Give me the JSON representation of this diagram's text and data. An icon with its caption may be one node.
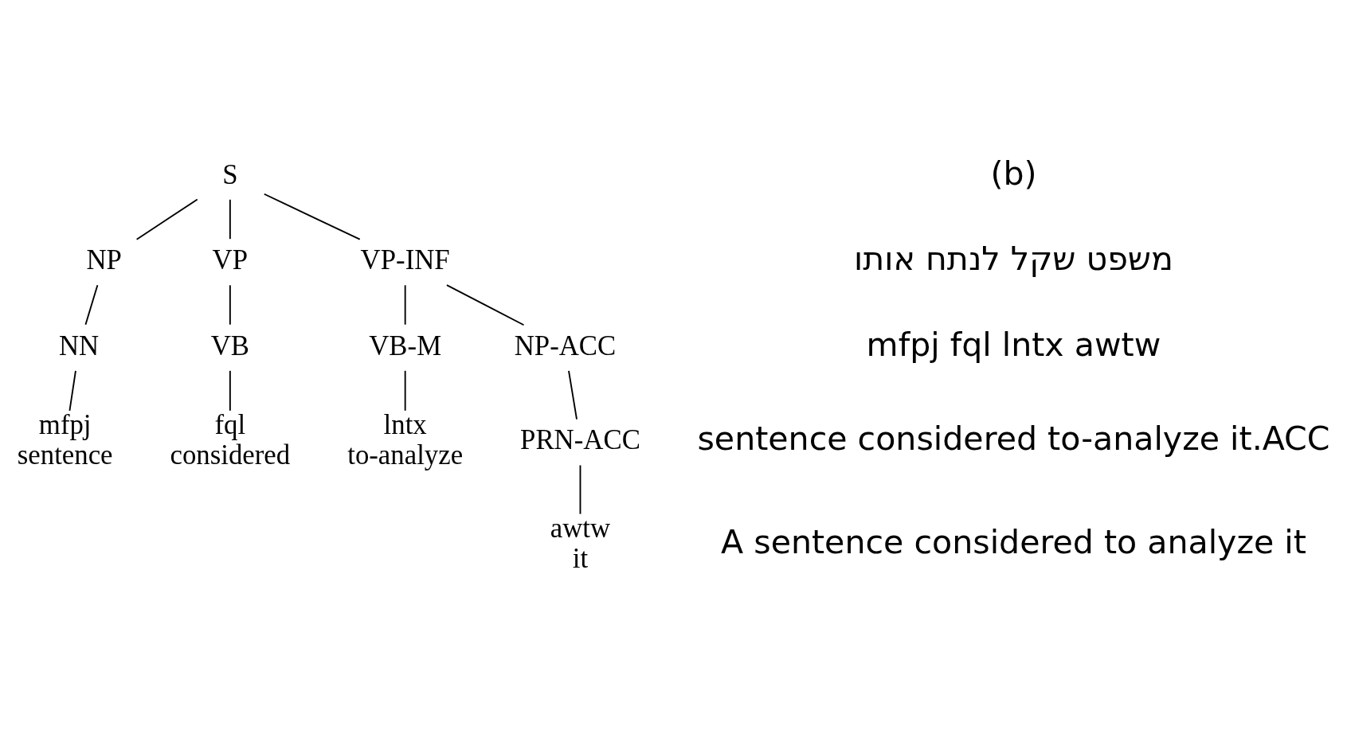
{
  "diagram": {
    "nodes": [
      {
        "text": [
          "S"
        ]
      },
      {
        "text": [
          "NP"
        ]
      },
      {
        "text": [
          "VP"
        ]
      },
      {
        "text": [
          "VP-INF"
        ]
      },
      {
        "text": [
          "NN"
        ]
      },
      {
        "text": [
          "VB"
        ]
      },
      {
        "text": [
          "VB-M"
        ]
      },
      {
        "text": [
          "NP-ACC"
        ]
      },
      {
        "text": [
          "mfpj",
          "sentence"
        ]
      },
      {
        "text": [
          "fql",
          "considered"
        ]
      },
      {
        "text": [
          "lntx",
          "to-analyze"
        ]
      },
      {
        "text": [
          "PRN-ACC"
        ]
      },
      {
        "text": [
          "awtw",
          "it"
        ]
      }
    ],
    "edges": [
      {
        "from": 0,
        "to": 1,
        "arrow": "none"
      },
      {
        "from": 0,
        "to": 2,
        "arrow": "none"
      },
      {
        "from": 0,
        "to": 3,
        "arrow": "none"
      },
      {
        "from": 1,
        "to": 4,
        "arrow": "none"
      },
      {
        "from": 2,
        "to": 5,
        "arrow": "none"
      },
      {
        "from": 3,
        "to": 6,
        "arrow": "none"
      },
      {
        "from": 3,
        "to": 7,
        "arrow": "none"
      },
      {
        "from": 4,
        "to": 8,
        "arrow": "none"
      },
      {
        "from": 5,
        "to": 9,
        "arrow": "none"
      },
      {
        "from": 6,
        "to": 10,
        "arrow": "none"
      },
      {
        "from": 7,
        "to": 11,
        "arrow": "none"
      },
      {
        "from": 11,
        "to": 12,
        "arrow": "none"
      }
    ],
    "labels": [
      "(b)",
      "משפט שקל לנתח אותו",
      "mfpj fql lntx awtw",
      "sentence considered to-analyze it.ACC",
      "A sentence considered to analyze it"
    ]
  }
}
